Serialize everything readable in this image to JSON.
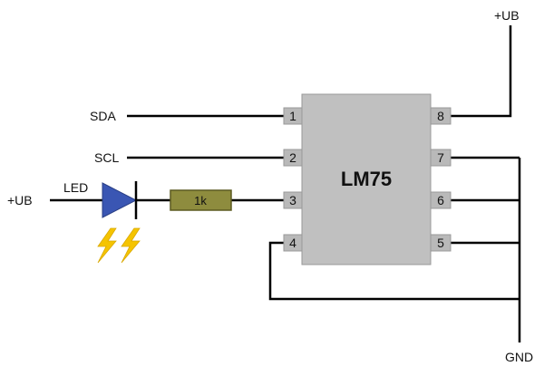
{
  "chip": {
    "name": "LM75"
  },
  "pins": {
    "p1": "1",
    "p2": "2",
    "p3": "3",
    "p4": "4",
    "p5": "5",
    "p6": "6",
    "p7": "7",
    "p8": "8"
  },
  "labels": {
    "sda": "SDA",
    "scl": "SCL",
    "ub_left": "+UB",
    "ub_top": "+UB",
    "led": "LED",
    "gnd": "GND"
  },
  "resistor": {
    "value": "1k"
  },
  "colors": {
    "chip_fill": "#c0c0c0",
    "pin_fill": "#b9b9b9",
    "resistor_fill": "#8e8c3e",
    "led_fill": "#3a56b3",
    "lightning_fill": "#f5c400",
    "wire": "#000000"
  },
  "icons": {
    "light_emission": "lightning-icon"
  }
}
